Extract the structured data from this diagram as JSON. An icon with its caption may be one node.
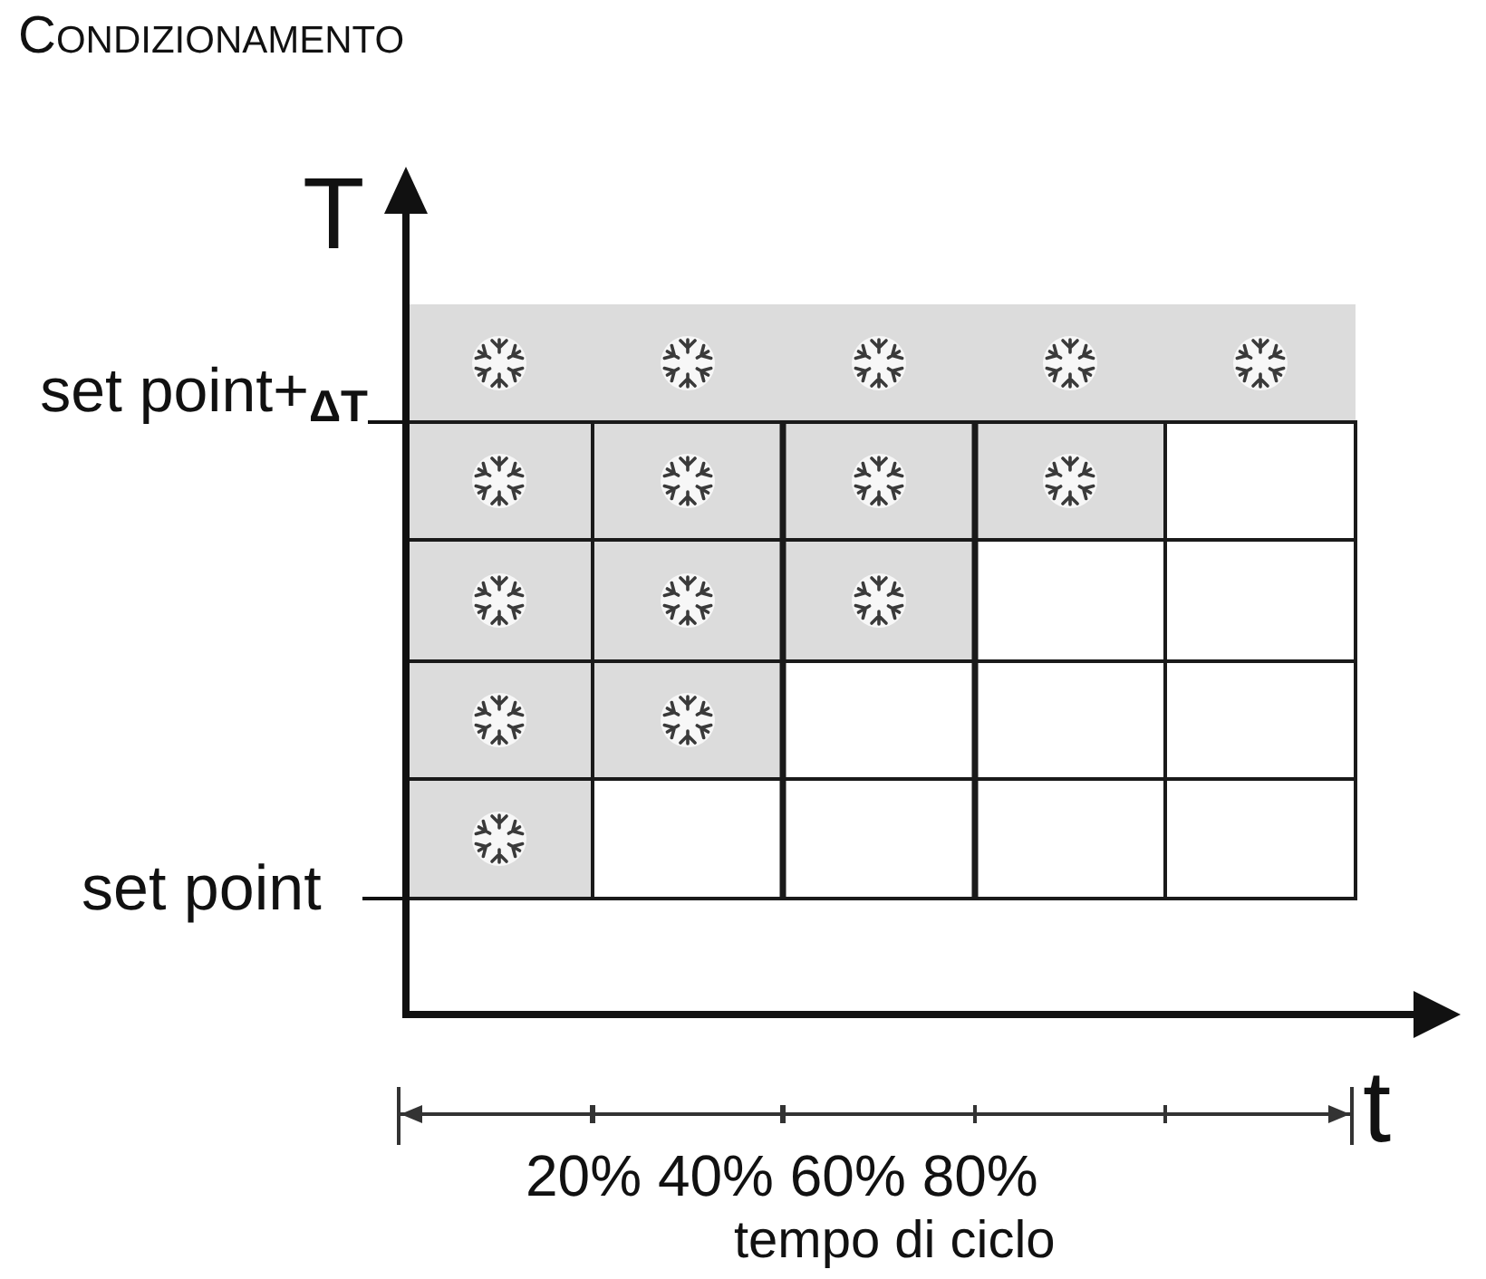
{
  "diagram": {
    "title": "CONDIZIONAMENTO",
    "labels": [
      "T",
      "set point+$_{ΔT}$",
      "set point",
      "t",
      "20% 40% 60% 80%",
      "tempo di ciclo"
    ]
  }
}
